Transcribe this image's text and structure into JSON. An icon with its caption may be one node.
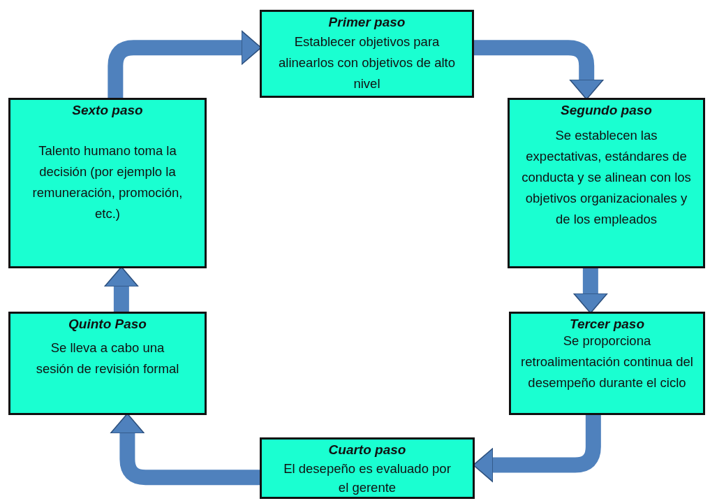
{
  "diagram": {
    "nodes": [
      {
        "text": [
          "Primer paso",
          "Establecer objetivos para alinearlos con objetivos de alto nivel"
        ]
      },
      {
        "text": [
          "Segundo paso",
          "Se establecen las expectativas, estándares de conducta y se alinean con los objetivos organizacionales y de los empleados"
        ]
      },
      {
        "text": [
          "Tercer paso",
          "Se proporciona retroalimentación continua del desempeño durante el ciclo"
        ]
      },
      {
        "text": [
          "Cuarto paso",
          "El desepeño es evaluado por el gerente"
        ]
      },
      {
        "text": [
          "Quinto Paso",
          "Se lleva a cabo una sesión de revisión formal"
        ]
      },
      {
        "text": [
          "Sexto paso",
          "Talento humano toma la decisión (por ejemplo la remuneración, promoción, etc.)"
        ]
      }
    ],
    "edges": [
      {
        "from": 5,
        "to": 0,
        "arrow": "to"
      },
      {
        "from": 0,
        "to": 1,
        "arrow": "to"
      },
      {
        "from": 1,
        "to": 2,
        "arrow": "to"
      },
      {
        "from": 2,
        "to": 3,
        "arrow": "to"
      },
      {
        "from": 3,
        "to": 4,
        "arrow": "to"
      },
      {
        "from": 4,
        "to": 5,
        "arrow": "to"
      }
    ]
  }
}
